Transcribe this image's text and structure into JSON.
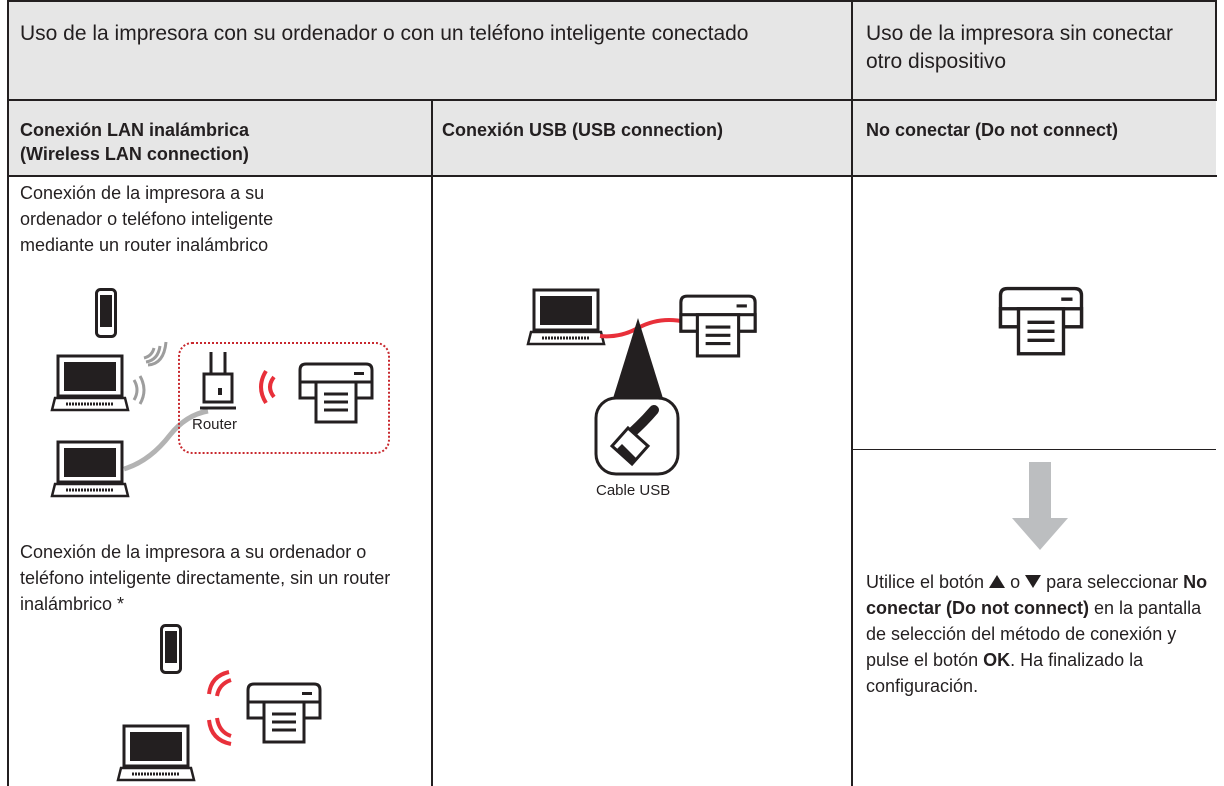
{
  "header": {
    "connected_title": "Uso de la impresora con su ordenador o con un teléfono inteligente conectado",
    "standalone_title": "Uso de la impresora sin conectar otro dispositivo"
  },
  "columns": {
    "wlan": "Conexión LAN inalámbrica (Wireless LAN connection)",
    "usb": "Conexión USB (USB connection)",
    "none": "No conectar (Do not connect)"
  },
  "wlan": {
    "router_text": "Conexión de la impresora a su ordenador o teléfono inteligente mediante un router inalámbrico",
    "router_label": "Router",
    "direct_text": "Conexión de la impresora a su ordenador o teléfono inteligente directamente, sin un router inalámbrico *"
  },
  "usb": {
    "cable_label": "Cable USB"
  },
  "instructions": {
    "part1": "Utilice el botón ",
    "part2": " o ",
    "part3": " para seleccionar ",
    "bold1": "No conectar (Do not connect)",
    "part4": " en la pantalla de selección del método de conexión y pulse el botón ",
    "bold2": "OK",
    "part5": ". Ha finalizado la configuración."
  },
  "icons": [
    "smartphone-icon",
    "laptop-icon",
    "printer-icon",
    "router-icon",
    "wifi-waves-icon",
    "usb-plug-icon",
    "arrow-down-icon",
    "triangle-up-icon",
    "triangle-down-icon"
  ],
  "colors": {
    "header_bg": "#e6e6e6",
    "accent_red": "#e8303a",
    "border": "#231f20",
    "dotted_frame": "#c8282e",
    "cable_gray": "#b3b3b3"
  }
}
